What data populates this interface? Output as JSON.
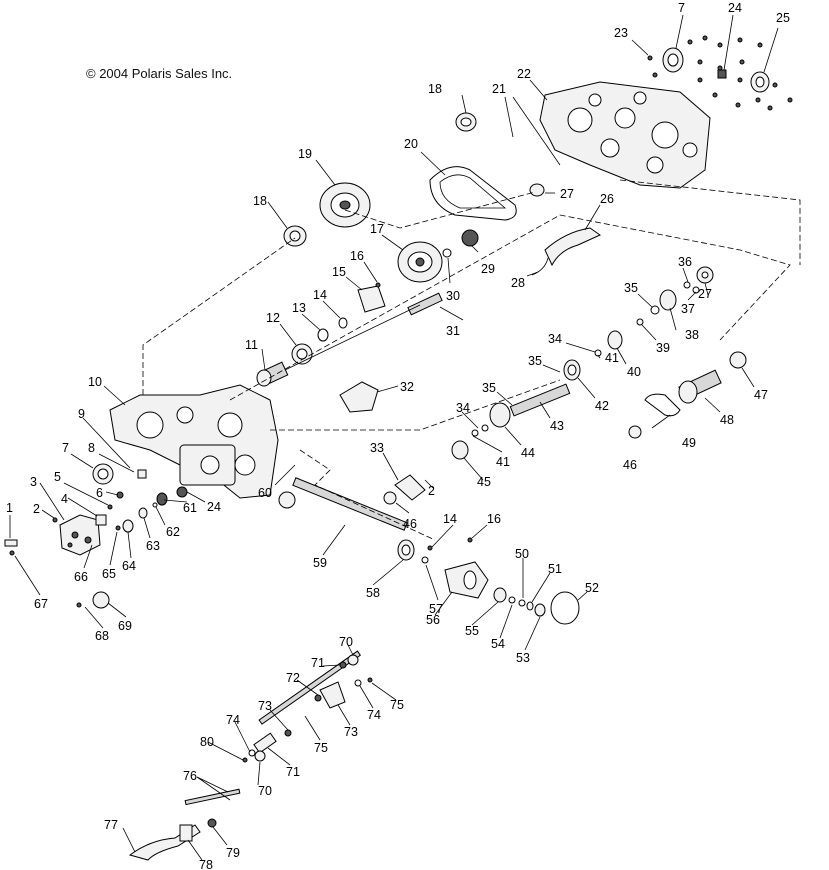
{
  "copyright": "© 2004 Polaris Sales Inc.",
  "callouts": [
    {
      "id": "c7a",
      "label": "7"
    },
    {
      "id": "c23",
      "label": "23"
    },
    {
      "id": "c24a",
      "label": "24"
    },
    {
      "id": "c25",
      "label": "25"
    },
    {
      "id": "c18a",
      "label": "18"
    },
    {
      "id": "c21",
      "label": "21"
    },
    {
      "id": "c22",
      "label": "22"
    },
    {
      "id": "c19",
      "label": "19"
    },
    {
      "id": "c20",
      "label": "20"
    },
    {
      "id": "c27a",
      "label": "27"
    },
    {
      "id": "c26",
      "label": "26"
    },
    {
      "id": "c18b",
      "label": "18"
    },
    {
      "id": "c17",
      "label": "17"
    },
    {
      "id": "c16a",
      "label": "16"
    },
    {
      "id": "c29",
      "label": "29"
    },
    {
      "id": "c28",
      "label": "28"
    },
    {
      "id": "c15",
      "label": "15"
    },
    {
      "id": "c30",
      "label": "30"
    },
    {
      "id": "c36",
      "label": "36"
    },
    {
      "id": "c27b",
      "label": "27"
    },
    {
      "id": "c14a",
      "label": "14"
    },
    {
      "id": "c13",
      "label": "13"
    },
    {
      "id": "c12",
      "label": "12"
    },
    {
      "id": "c31",
      "label": "31"
    },
    {
      "id": "c35a",
      "label": "35"
    },
    {
      "id": "c37",
      "label": "37"
    },
    {
      "id": "c38",
      "label": "38"
    },
    {
      "id": "c39",
      "label": "39"
    },
    {
      "id": "c11",
      "label": "11"
    },
    {
      "id": "c34a",
      "label": "34"
    },
    {
      "id": "c35b",
      "label": "35"
    },
    {
      "id": "c41a",
      "label": "41"
    },
    {
      "id": "c40",
      "label": "40"
    },
    {
      "id": "c47",
      "label": "47"
    },
    {
      "id": "c10",
      "label": "10"
    },
    {
      "id": "c32",
      "label": "32"
    },
    {
      "id": "c42",
      "label": "42"
    },
    {
      "id": "c35c",
      "label": "35"
    },
    {
      "id": "c48",
      "label": "48"
    },
    {
      "id": "c9",
      "label": "9"
    },
    {
      "id": "c43",
      "label": "43"
    },
    {
      "id": "c34b",
      "label": "34"
    },
    {
      "id": "c44",
      "label": "44"
    },
    {
      "id": "c7b",
      "label": "7"
    },
    {
      "id": "c8",
      "label": "8"
    },
    {
      "id": "c41b",
      "label": "41"
    },
    {
      "id": "c49",
      "label": "49"
    },
    {
      "id": "c33",
      "label": "33"
    },
    {
      "id": "c46a",
      "label": "46"
    },
    {
      "id": "c5",
      "label": "5"
    },
    {
      "id": "c6",
      "label": "6"
    },
    {
      "id": "c2a",
      "label": "2"
    },
    {
      "id": "c45",
      "label": "45"
    },
    {
      "id": "c3",
      "label": "3"
    },
    {
      "id": "c4",
      "label": "4"
    },
    {
      "id": "c61",
      "label": "61"
    },
    {
      "id": "c24b",
      "label": "24"
    },
    {
      "id": "c60",
      "label": "60"
    },
    {
      "id": "c1",
      "label": "1"
    },
    {
      "id": "c62",
      "label": "62"
    },
    {
      "id": "c46b",
      "label": "46"
    },
    {
      "id": "c2b",
      "label": "2"
    },
    {
      "id": "c63",
      "label": "63"
    },
    {
      "id": "c14b",
      "label": "14"
    },
    {
      "id": "c16b",
      "label": "16"
    },
    {
      "id": "c64",
      "label": "64"
    },
    {
      "id": "c59",
      "label": "59"
    },
    {
      "id": "c66",
      "label": "66"
    },
    {
      "id": "c65",
      "label": "65"
    },
    {
      "id": "c50",
      "label": "50"
    },
    {
      "id": "c67",
      "label": "67"
    },
    {
      "id": "c51",
      "label": "51"
    },
    {
      "id": "c58",
      "label": "58"
    },
    {
      "id": "c57",
      "label": "57"
    },
    {
      "id": "c52",
      "label": "52"
    },
    {
      "id": "c56",
      "label": "56"
    },
    {
      "id": "c55",
      "label": "55"
    },
    {
      "id": "c68",
      "label": "68"
    },
    {
      "id": "c69",
      "label": "69"
    },
    {
      "id": "c54",
      "label": "54"
    },
    {
      "id": "c53",
      "label": "53"
    },
    {
      "id": "c70a",
      "label": "70"
    },
    {
      "id": "c71a",
      "label": "71"
    },
    {
      "id": "c72",
      "label": "72"
    },
    {
      "id": "c74a",
      "label": "74"
    },
    {
      "id": "c75a",
      "label": "75"
    },
    {
      "id": "c73a",
      "label": "73"
    },
    {
      "id": "c74b",
      "label": "74"
    },
    {
      "id": "c73b",
      "label": "73"
    },
    {
      "id": "c80",
      "label": "80"
    },
    {
      "id": "c75b",
      "label": "75"
    },
    {
      "id": "c71b",
      "label": "71"
    },
    {
      "id": "c70b",
      "label": "70"
    },
    {
      "id": "c76",
      "label": "76"
    },
    {
      "id": "c77",
      "label": "77"
    },
    {
      "id": "c79",
      "label": "79"
    },
    {
      "id": "c78",
      "label": "78"
    }
  ]
}
